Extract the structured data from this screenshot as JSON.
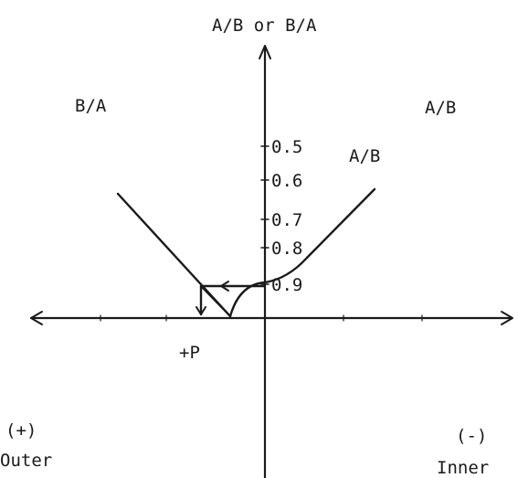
{
  "labels": {
    "y_axis_title": "A/B or B/A",
    "left_quadrant": "B/A",
    "right_quadrant": "A/B",
    "curve_label": "A/B",
    "point_label": "+P",
    "left_sign": "(+)",
    "left_word": "Outer",
    "right_sign": "(-)",
    "right_word": "Inner"
  },
  "y_ticks": [
    "0.5",
    "0.6",
    "0.7",
    "0.8",
    "0.9"
  ]
}
